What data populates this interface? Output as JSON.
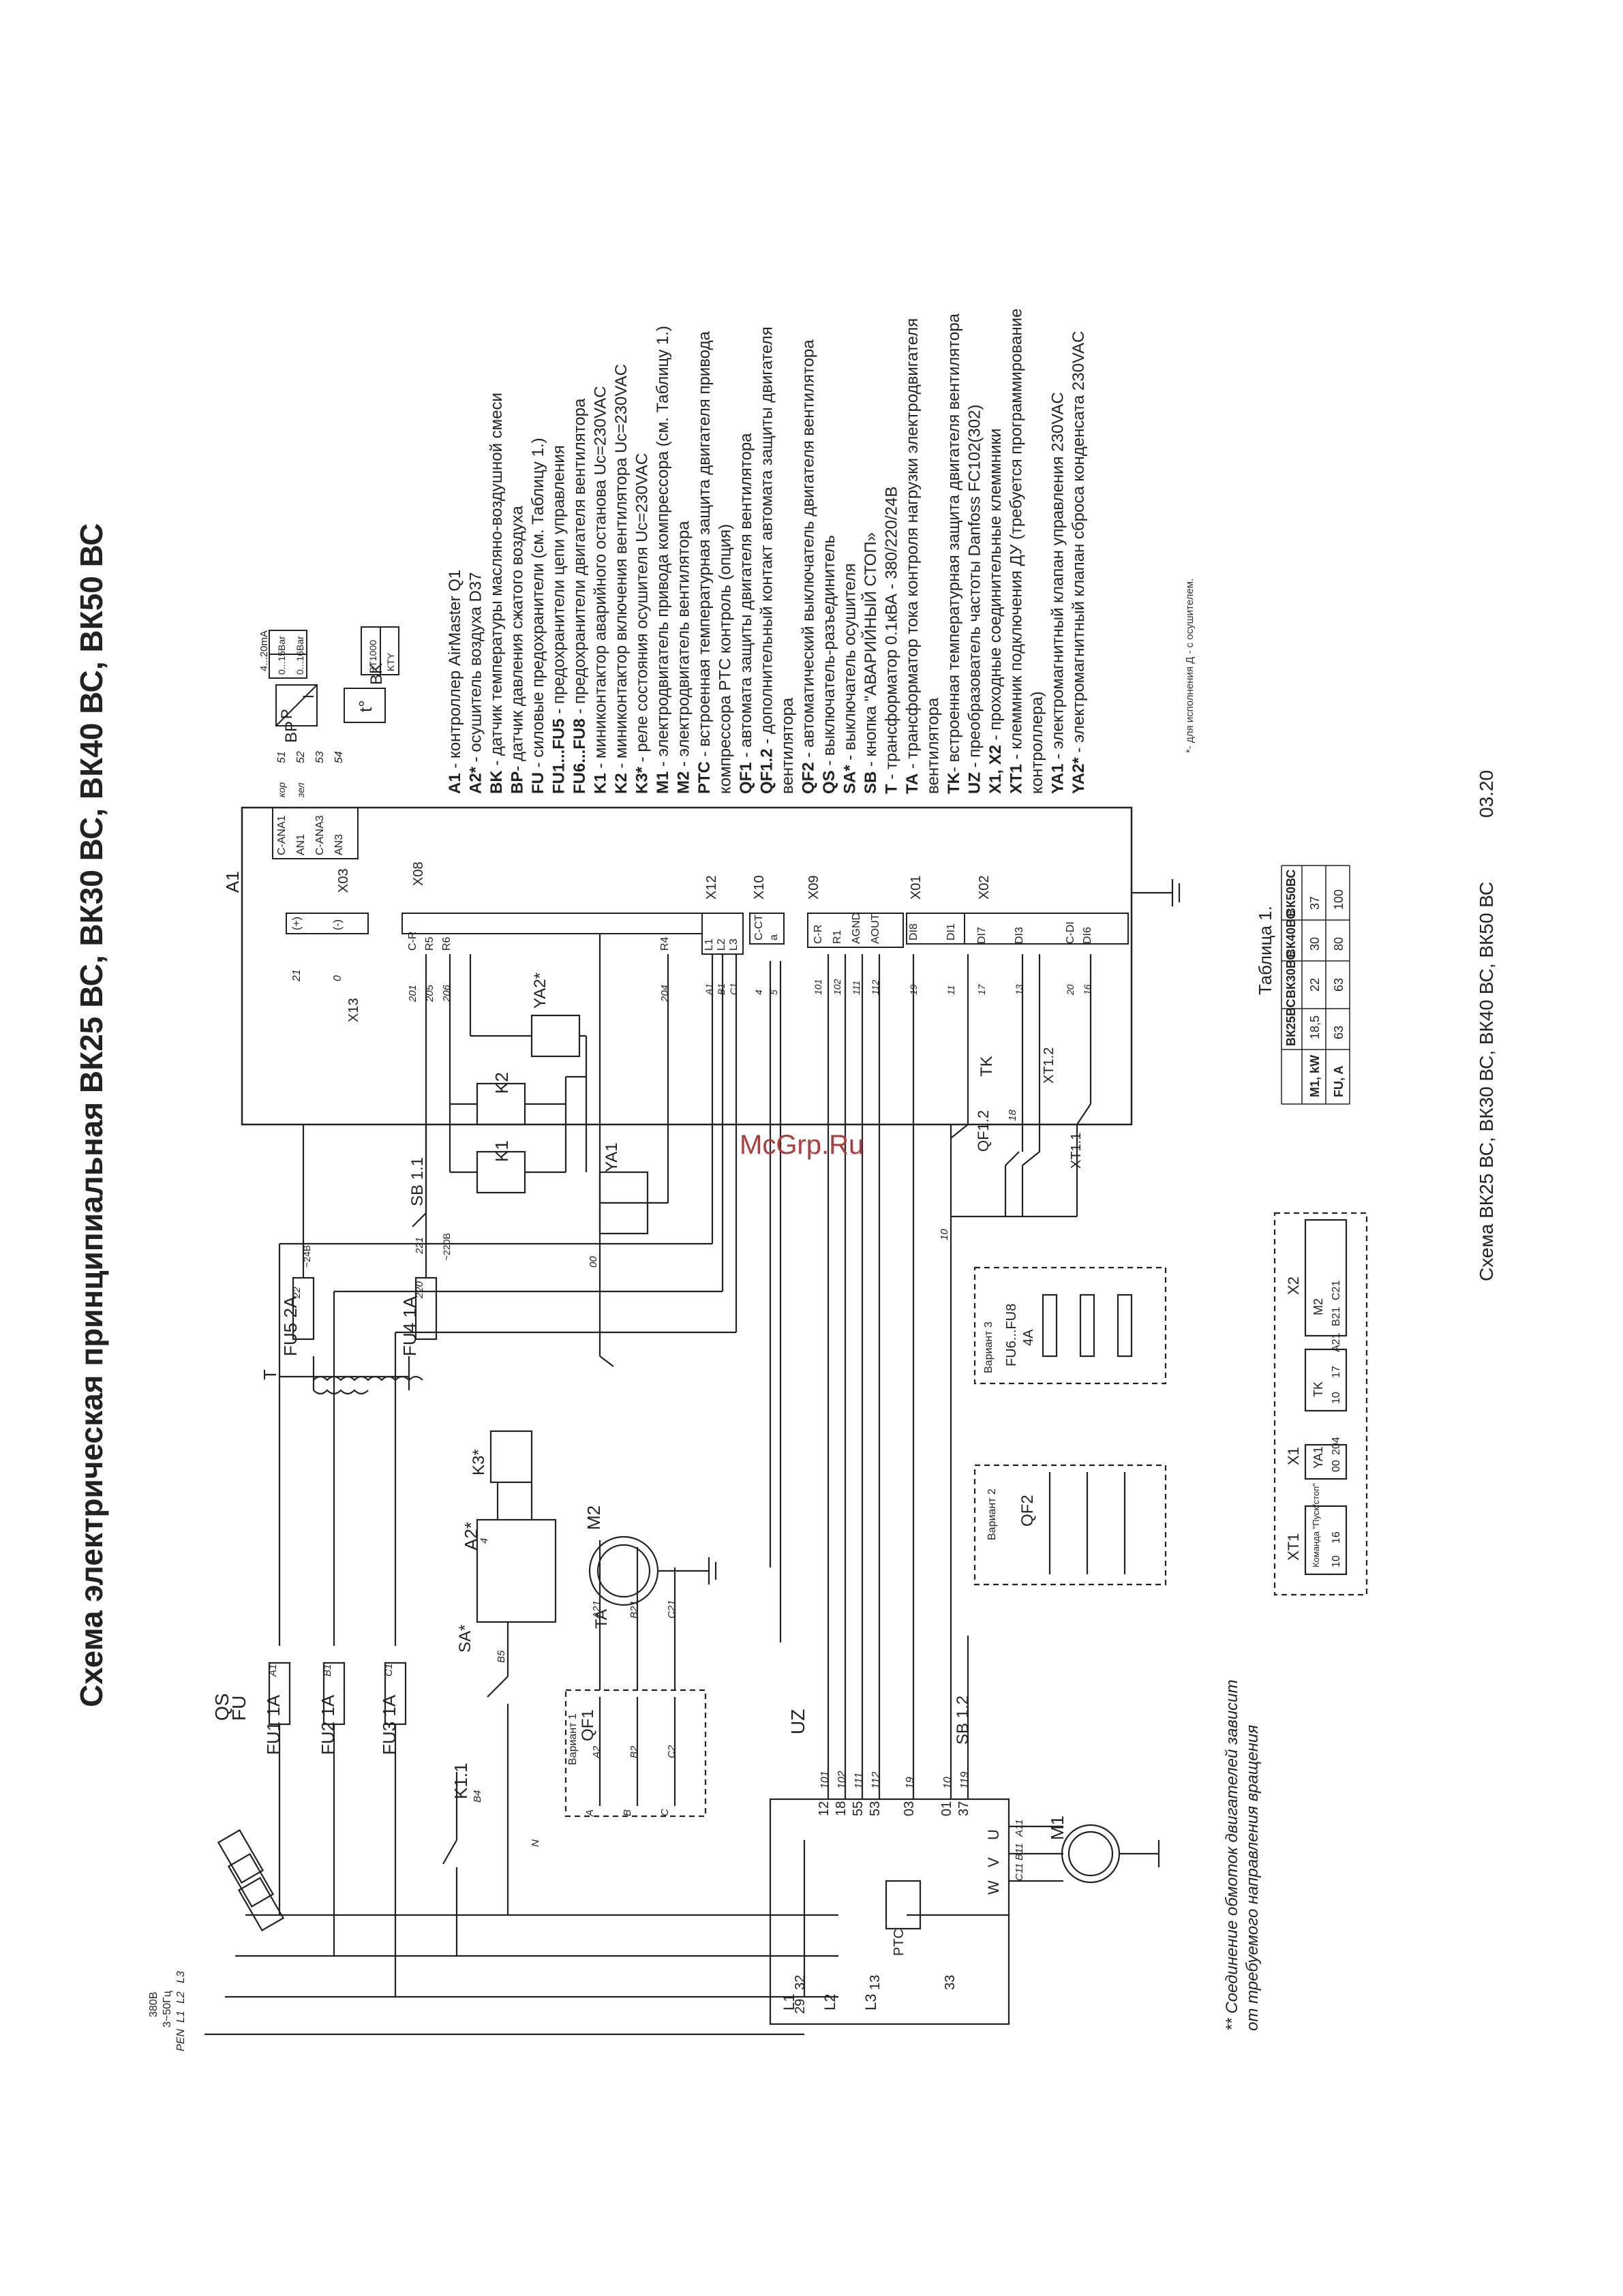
{
  "title": "Схема электрическая принципиальная ВК25 ВС, ВК30 ВС, ВК40 ВС, ВК50 ВС",
  "footer": {
    "models": "Схема ВК25 ВС, ВК30 ВС, ВК40 ВС, ВК50 ВС",
    "date": "03.20"
  },
  "watermark": "McGrp.Ru",
  "supply": {
    "voltage": "380В",
    "freq": "3~50Гц",
    "phases": [
      "PEN",
      "L1",
      "L2",
      "L3"
    ]
  },
  "legend": [
    {
      "code": "A1",
      "text": " - контроллер AirMaster Q1"
    },
    {
      "code": "A2*",
      "text": " - осушитель воздуха D37"
    },
    {
      "code": "BK",
      "text": " - датчик температуры масляно-воздушной смеси"
    },
    {
      "code": "BP",
      "text": "- датчик давления сжатого воздуха"
    },
    {
      "code": "FU",
      "text": " - силовые предохранители (см. Таблицу 1.)"
    },
    {
      "code": "FU1...FU5",
      "text": " - предохранители цепи управления"
    },
    {
      "code": "FU6...FU8",
      "text": " - предохранители двигателя вентилятора"
    },
    {
      "code": "K1",
      "text": " - миниконтактор аварийного останова Uc=230VAC"
    },
    {
      "code": "K2",
      "text": " - миниконтактор включения вентилятора Uc=230VAC"
    },
    {
      "code": "K3*",
      "text": " - реле состояния осушителя Uc=230VAC"
    },
    {
      "code": "M1",
      "text": " - электродвигатель привода компрессора (см. Таблицу 1.)"
    },
    {
      "code": "M2",
      "text": " - электродвигатель вентилятора"
    },
    {
      "code": "PTC",
      "text": " - встроенная температурная защита двигателя привода"
    },
    {
      "code": "",
      "text": "компрессора PTC контроль (опция)"
    },
    {
      "code": "QF1",
      "text": " - автомата защиты двигателя вентилятора"
    },
    {
      "code": "QF1.2",
      "text": " - дополнительный контакт автомата защиты двигателя"
    },
    {
      "code": "",
      "text": "вентилятора"
    },
    {
      "code": "QF2",
      "text": " - автоматический выключатель двигателя вентилятора"
    },
    {
      "code": "QS",
      "text": " - выключатель-разъединитель"
    },
    {
      "code": "SA*",
      "text": " - выключатель осушителя"
    },
    {
      "code": "SB",
      "text": " - кнопка \"АВАРИЙНЫЙ СТОП»"
    },
    {
      "code": "T",
      "text": " - трансформатор 0.1кВА - 380/220/24В"
    },
    {
      "code": "TA",
      "text": " - трансформатор тока контроля нагрузки электродвигателя"
    },
    {
      "code": "",
      "text": "вентилятора"
    },
    {
      "code": "TK",
      "text": "- встроенная температурная защита двигателя вентилятора"
    },
    {
      "code": "UZ",
      "text": " - преобразователь частоты Danfoss FC102(302)"
    },
    {
      "code": "X1, X2",
      "text": " - проходные соединительные клеммники"
    },
    {
      "code": "XT1",
      "text": " - клеммник подключения ДУ (требуется программирование"
    },
    {
      "code": "",
      "text": "контроллера)"
    },
    {
      "code": "YA1",
      "text": " - электромагнитный клапан управления 230VAC"
    },
    {
      "code": "YA2*",
      "text": " - электромагнитный клапан сброса конденсата 230VAC"
    }
  ],
  "legend_note": "*- для исполнения Д - с осушителем.",
  "motor_note": [
    "** Соединение обмоток двигателей зависит",
    "от требуемого направления вращения"
  ],
  "table1": {
    "title": "Таблица 1.",
    "headers": [
      "",
      "ВК25ВС",
      "ВК30ВС",
      "ВК40ВС",
      "ВК50ВС"
    ],
    "rows": [
      [
        "M1, kW",
        "18,5",
        "22",
        "30",
        "37"
      ],
      [
        "FU, A",
        "63",
        "63",
        "80",
        "100"
      ]
    ]
  },
  "sensors": {
    "bp": {
      "label": "BP",
      "range1": "0...15Bar",
      "range2": "0...16Bar",
      "current": "4...20mA",
      "sym": "P",
      "sub": "c",
      "out": "I"
    },
    "bk": {
      "label": "BK",
      "type1": "PT1000",
      "type2": "KTY",
      "sym": "t°"
    }
  },
  "x03": {
    "name": "X03",
    "pins": [
      "C-ANA1",
      "AN1",
      "C-ANA3",
      "AN3"
    ],
    "wires": [
      "51",
      "52",
      "53",
      "54"
    ],
    "wire_tags": [
      "кор",
      "зел"
    ]
  },
  "x13": {
    "name": "X13",
    "pins": [
      "(+)",
      "(-)"
    ],
    "wires": [
      "21",
      "0"
    ]
  },
  "x08": {
    "name": "X08",
    "pins": [
      "C-R",
      "R5",
      "R6",
      "R4"
    ],
    "wires": [
      "201",
      "205",
      "206",
      "204"
    ]
  },
  "x12": {
    "name": "X12",
    "pins": [
      "L1",
      "L2",
      "L3"
    ],
    "wires": [
      "A1",
      "B1",
      "C1"
    ]
  },
  "x10": {
    "name": "X10",
    "pins": [
      "C-CT",
      "a"
    ],
    "wires": [
      "4",
      "5"
    ]
  },
  "x09": {
    "name": "X09",
    "pins": [
      "C-R",
      "R1",
      "AGND",
      "AOUT"
    ],
    "wires": [
      "101",
      "102",
      "111",
      "112"
    ]
  },
  "x01": {
    "name": "X01",
    "pins": [
      "DI8",
      "DI1"
    ],
    "wires": [
      "19",
      "11"
    ]
  },
  "x02": {
    "name": "X02",
    "pins": [
      "DI7",
      "DI3",
      "C-DI",
      "DI6"
    ],
    "wires": [
      "17",
      "13",
      "20",
      "16"
    ]
  },
  "a1": "A1",
  "components": {
    "qs": "QS",
    "fu": "FU",
    "fu1": "FU1 1A",
    "fu2": "FU2 1A",
    "fu3": "FU3 1A",
    "fu4": "FU4 1A",
    "fu5": "FU5 2A",
    "t": "T",
    "v24": "~24В",
    "v220": "~220В",
    "sb11": "SB 1.1",
    "sb12": "SB 1.2",
    "k1": "K1",
    "k2": "K2",
    "k11": "K1.1",
    "k3": "K3*",
    "ya1": "YA1",
    "ya2": "YA2*",
    "a2": "A2*",
    "sa": "SA*",
    "m1": "M1",
    "m2": "M2",
    "ta": "TA",
    "uz": "UZ",
    "ptc": "PTC",
    "qf1": "QF1",
    "qf2": "QF2",
    "qf12": "QF1.2",
    "tk": "TK",
    "xt11": "XT1.1",
    "xt12": "XT1.2",
    "var1": "Вариант 1",
    "var2": "Вариант 2",
    "var3": "Вариант 3",
    "fu68": "FU6...FU8",
    "fu68a": "4A"
  },
  "uz_pins": {
    "top": [
      "L1",
      "L2",
      "L3"
    ],
    "bottom": [
      "U",
      "V",
      "W"
    ],
    "left": [
      "32",
      "13",
      "33"
    ],
    "left_top": [
      "29"
    ],
    "right": [
      "12",
      "18",
      "55",
      "53",
      "03",
      "01",
      "37"
    ],
    "right_wires": [
      "101",
      "102",
      "111",
      "112",
      "19",
      "10",
      "119"
    ]
  },
  "wire_labels": {
    "a1": "A1",
    "b1": "B1",
    "c1": "C1",
    "b4": "B4",
    "b5": "B5",
    "n": "N",
    "a2": "A2",
    "b2": "B2",
    "c2": "C2",
    "a21": "A21",
    "b21": "B21",
    "c21": "C21",
    "a11": "A11",
    "b11": "B11",
    "c11": "C11",
    "n220": "220",
    "n221": "221",
    "n22": "22",
    "n00": "00",
    "n10": "10",
    "n18": "18",
    "n4": "4",
    "a": "A",
    "b": "B",
    "c": "C"
  },
  "x1": {
    "title": "X1",
    "label": "YA1",
    "pins": [
      "00",
      "204"
    ]
  },
  "x2": {
    "title": "X2",
    "groups": [
      "TK",
      "M2"
    ],
    "pins": [
      "10",
      "17",
      "A21",
      "B21",
      "C21"
    ]
  },
  "xt1": {
    "title": "XT1",
    "label": "Команда \"Пуск/стоп\"",
    "pins": [
      "10",
      "16"
    ]
  }
}
